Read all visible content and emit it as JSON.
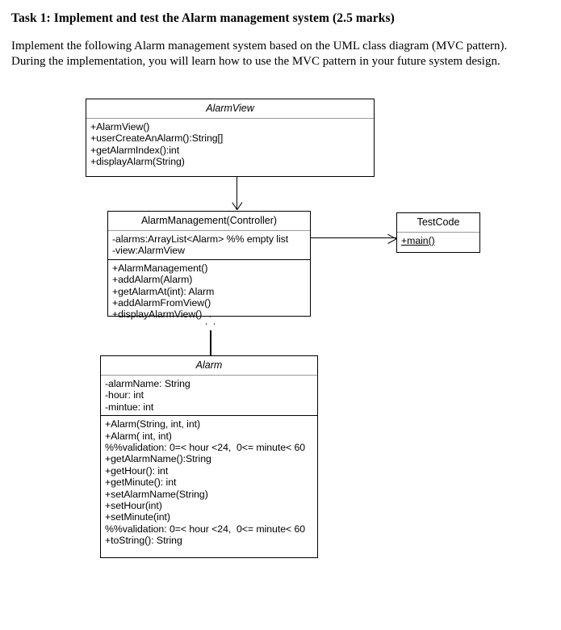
{
  "document": {
    "heading": "Task 1: Implement and test the Alarm management system (2.5 marks)",
    "intro_line_1": "Implement the following Alarm management system based on the UML class diagram (MVC pattern).",
    "intro_line_2": "During the implementation, you will learn how to use the MVC pattern in your future system design."
  },
  "diagram": {
    "type": "uml-class-diagram",
    "classes": {
      "alarm_view": {
        "name": "AlarmView",
        "attributes": [],
        "operations": [
          "+AlarmView()",
          "+userCreateAnAlarm():String[]",
          "+getAlarmIndex():int",
          "+displayAlarm(String)"
        ]
      },
      "alarm_management": {
        "name": "AlarmManagement(Controller)",
        "attributes": [
          "-alarms:ArrayList<Alarm> %% empty list",
          "-view:AlarmView"
        ],
        "operations": [
          "+AlarmManagement()",
          "+addAlarm(Alarm)",
          "+getAlarmAt(int): Alarm",
          "+addAlarmFromView()",
          "+displayAlarmView()"
        ]
      },
      "test_code": {
        "name": "TestCode",
        "attributes": [],
        "operations": [
          "+main()"
        ]
      },
      "alarm": {
        "name": "Alarm",
        "attributes": [
          "-alarmName: String",
          "-hour: int",
          "-mintue: int"
        ],
        "operations": [
          "+Alarm(String, int, int)",
          "+Alarm( int, int)",
          "%%validation: 0=< hour <24,  0<= minute< 60",
          "+getAlarmName():String",
          "+getHour(): int",
          "+getMinute(): int",
          "+setAlarmName(String)",
          "+setHour(int)",
          "+setMinute(int)",
          "%%validation: 0=< hour <24,  0<= minute< 60",
          "+toString(): String"
        ]
      }
    },
    "relationships": [
      {
        "id": "view-to-controller",
        "from": "AlarmView",
        "to": "AlarmManagement(Controller)",
        "style": "association-open-arrow-down"
      },
      {
        "id": "controller-to-testcode",
        "from": "AlarmManagement(Controller)",
        "to": "TestCode",
        "style": "association-open-arrow-right"
      },
      {
        "id": "controller-aggregates-alarm",
        "from": "AlarmManagement(Controller)",
        "to": "Alarm",
        "style": "aggregation-hollow-diamond"
      }
    ]
  }
}
